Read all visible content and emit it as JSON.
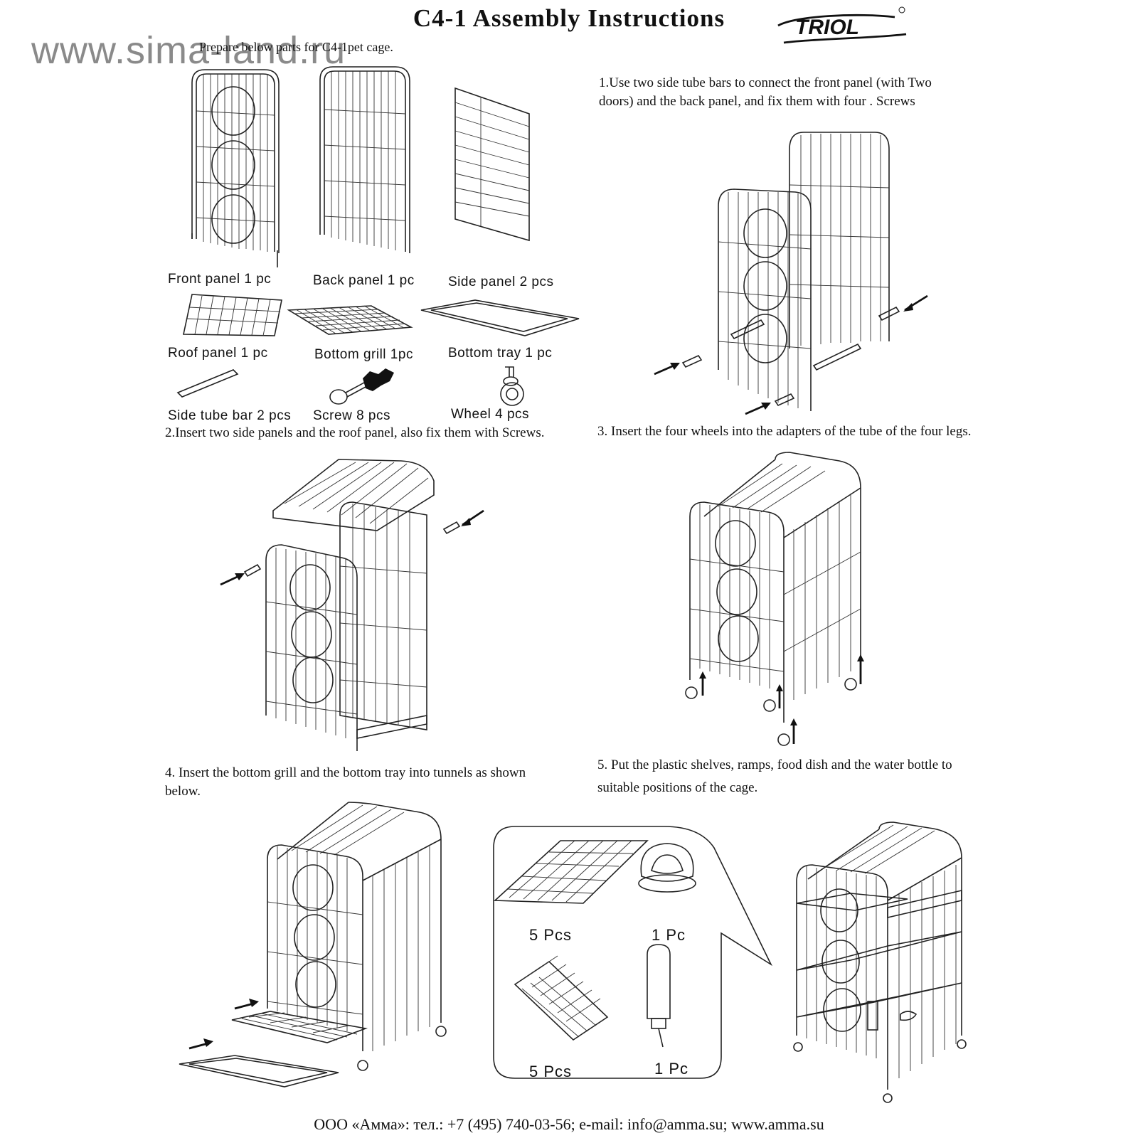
{
  "title": "C4-1 Assembly Instructions",
  "brand": "TRIOL",
  "watermark": "www.sima-land.ru",
  "prepare_text": "Prepare below parts for C4-1pet cage.",
  "parts": [
    {
      "label": "Front panel 1 pc"
    },
    {
      "label": "Back panel 1 pc"
    },
    {
      "label": "Side panel 2 pcs"
    },
    {
      "label": "Roof panel 1 pc"
    },
    {
      "label": "Bottom grill 1pc"
    },
    {
      "label": "Bottom tray 1 pc"
    },
    {
      "label": "Side tube bar 2 pcs"
    },
    {
      "label": "Screw 8 pcs"
    },
    {
      "label": "Wheel 4 pcs"
    }
  ],
  "steps": [
    {
      "text": "1.Use two side tube bars to connect the front panel (with Two  doors) and  the back panel, and fix them with four . Screws"
    },
    {
      "text": "2.Insert two side panels and the roof panel, also fix them with Screws."
    },
    {
      "text": "3. Insert the four wheels into the adapters of the tube of the four legs."
    },
    {
      "text": "4. Insert the bottom grill and the bottom tray into tunnels as shown below."
    },
    {
      "text": "5. Put the plastic shelves, ramps, food dish and the water bottle to suitable positions of the cage."
    }
  ],
  "accessories": [
    {
      "qty": "5 Pcs"
    },
    {
      "qty": "1 Pc"
    },
    {
      "qty": "5 Pcs"
    },
    {
      "qty": "1 Pc"
    }
  ],
  "footer": "ООО «Амма»: тел.: +7 (495) 740-03-56; e-mail: info@amma.su; www.amma.su"
}
